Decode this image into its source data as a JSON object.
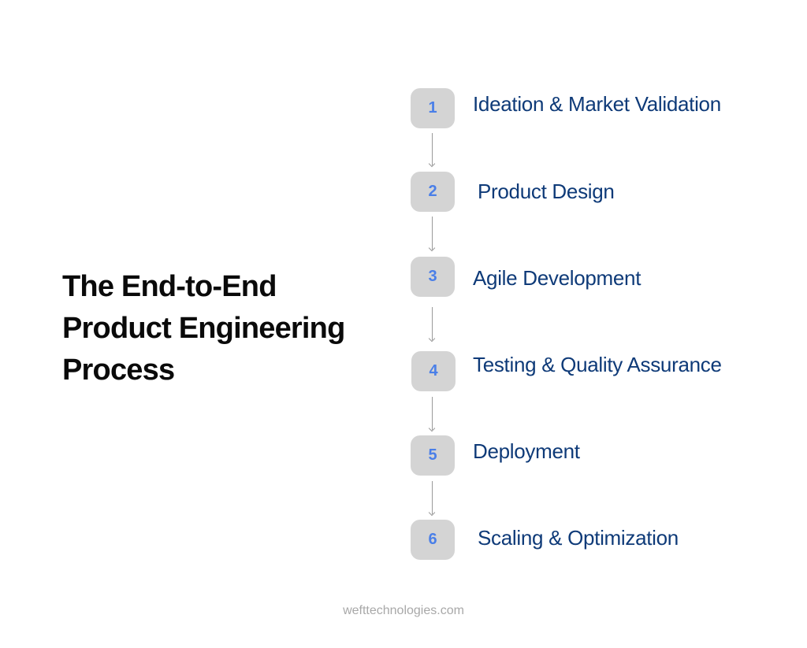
{
  "title": {
    "lines": [
      "The End-to-End",
      "Product Engineering",
      "Process"
    ]
  },
  "steps": [
    {
      "number": "1",
      "label": "Ideation & Market Validation"
    },
    {
      "number": "2",
      "label": "Product Design"
    },
    {
      "number": "3",
      "label": "Agile Development"
    },
    {
      "number": "4",
      "label": "Testing & Quality Assurance"
    },
    {
      "number": "5",
      "label": "Deployment"
    },
    {
      "number": "6",
      "label": "Scaling & Optimization"
    }
  ],
  "footer": {
    "text": "wefttechnologies.com"
  },
  "colors": {
    "step_box": "#d4d4d4",
    "step_number": "#4a7fe8",
    "step_label": "#0e3a78",
    "title": "#0a0a0a",
    "footer": "#a8a8a8"
  }
}
